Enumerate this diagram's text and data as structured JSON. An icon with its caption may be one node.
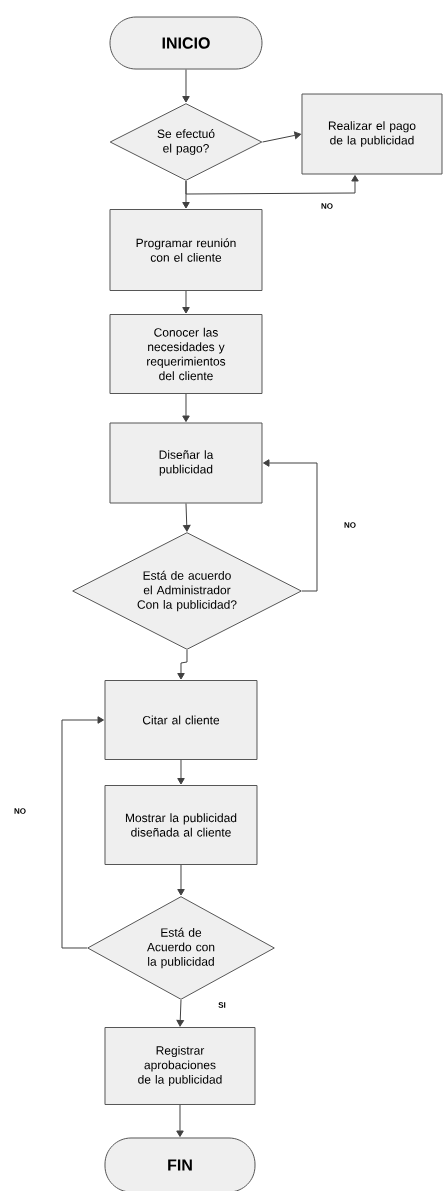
{
  "diagram": {
    "nodes": [
      {
        "text": [
          "INICIO"
        ]
      },
      {
        "text": [
          "Se efectuó el pago?"
        ]
      },
      {
        "text": [
          "Realizar el pago de la publicidad"
        ]
      },
      {
        "text": [
          "Programar reunión con el cliente"
        ]
      },
      {
        "text": [
          "Conocer las necesidades y requerimientos del cliente"
        ]
      },
      {
        "text": [
          "Diseñar la publicidad"
        ]
      },
      {
        "text": [
          "Está de acuerdo el Administrador Con la publicidad?"
        ]
      },
      {
        "text": [
          "Citar al cliente"
        ]
      },
      {
        "text": [
          "Mostrar la publicidad diseñada al cliente"
        ]
      },
      {
        "text": [
          "Está de Acuerdo con la publicidad"
        ]
      },
      {
        "text": [
          "Registrar aprobaciones de la publicidad"
        ]
      },
      {
        "text": [
          "FIN"
        ]
      }
    ],
    "edges": [
      {
        "from": 0,
        "to": 1,
        "arrow": "to"
      },
      {
        "from": 1,
        "to": 2,
        "arrow": "to"
      },
      {
        "from": 1,
        "to": 3,
        "arrow": "to"
      },
      {
        "from": 1,
        "to": 2,
        "arrow": "to",
        "label": "NO"
      },
      {
        "from": 3,
        "to": 4,
        "arrow": "to"
      },
      {
        "from": 4,
        "to": 5,
        "arrow": "to"
      },
      {
        "from": 5,
        "to": 6,
        "arrow": "to"
      },
      {
        "from": 6,
        "to": 5,
        "arrow": "to",
        "label": "NO"
      },
      {
        "from": 6,
        "to": 7,
        "arrow": "to"
      },
      {
        "from": 7,
        "to": 8,
        "arrow": "to"
      },
      {
        "from": 8,
        "to": 9,
        "arrow": "to"
      },
      {
        "from": 9,
        "to": 7,
        "arrow": "to",
        "label": "NO"
      },
      {
        "from": 9,
        "to": 10,
        "arrow": "to",
        "label": "SI"
      },
      {
        "from": 10,
        "to": 11,
        "arrow": "to"
      }
    ]
  }
}
